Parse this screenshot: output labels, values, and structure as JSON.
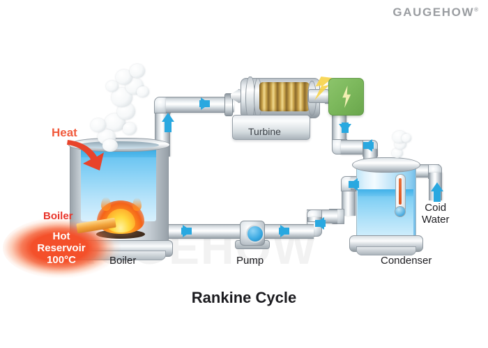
{
  "brand": {
    "name": "GAUGEHOW",
    "trademark": "®",
    "watermark_text": "GAUGEHOW"
  },
  "diagram": {
    "title": "Rankine Cycle",
    "type": "thermodynamic-cycle-schematic"
  },
  "labels": {
    "heat": "Heat",
    "boiler_red": "Boiler",
    "hot_reservoir": "Hot\nReservoir\n100°C",
    "hot_reservoir_line1": "Hot",
    "hot_reservoir_line2": "Reservoir",
    "hot_reservoir_line3": "100°C",
    "boiler": "Boiler",
    "turbine": "Turbine",
    "pump": "Pump",
    "condenser": "Condenser",
    "cold_water_line1": "Coid",
    "cold_water_line2": "Water"
  },
  "components": [
    {
      "id": "boiler",
      "name": "Boiler",
      "label": "Boiler"
    },
    {
      "id": "turbine",
      "name": "Turbine",
      "label": "Turbine"
    },
    {
      "id": "condenser",
      "name": "Condenser",
      "label": "Condenser"
    },
    {
      "id": "pump",
      "name": "Pump",
      "label": "Pump"
    },
    {
      "id": "generator",
      "name": "Generator",
      "label": ""
    }
  ],
  "flow_arrows": [
    {
      "id": "boiler-to-riser",
      "direction": "up",
      "location": "boiler outlet riser"
    },
    {
      "id": "riser-to-turbine",
      "direction": "right",
      "location": "steam line to turbine"
    },
    {
      "id": "turbine-to-condenser",
      "direction": "down",
      "location": "exhaust line to condenser"
    },
    {
      "id": "condenser-outlet",
      "direction": "left",
      "location": "condensate line"
    },
    {
      "id": "condensate-to-pump",
      "direction": "left",
      "location": "condensate return"
    },
    {
      "id": "pump-to-boiler",
      "direction": "right",
      "location": "feedwater line after pump"
    },
    {
      "id": "boiler-inlet",
      "direction": "right",
      "location": "feedwater into boiler"
    },
    {
      "id": "cold-water-in",
      "direction": "up",
      "location": "cold water inlet pipe"
    }
  ],
  "colors": {
    "heat_label": "#f15a3c",
    "boiler_label_red": "#e8342a",
    "hot_reservoir_glow": "#f4502a",
    "flow_arrow_blue": "#29a8e0",
    "water_blue": "#6ec6f2",
    "generator_green": "#7cb85c",
    "lightning_yellow": "#f2efb3",
    "spark_yellow": "#f7d44c",
    "turbine_coil_gold": "#c9a249",
    "pipe_metal": "#cdd4d9",
    "title_text": "#1b1b1f",
    "brand_gray": "#9a9da1",
    "watermark_gray": "#f2f2f2",
    "background": "#ffffff"
  }
}
